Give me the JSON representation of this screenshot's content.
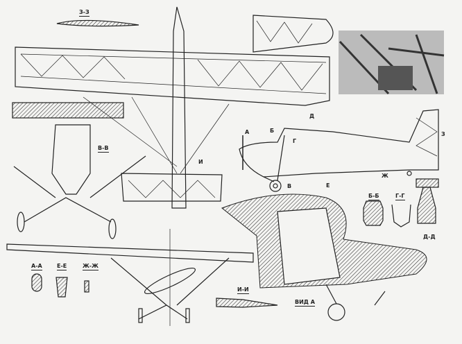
{
  "drawing": {
    "section_labels": {
      "z_z": "З-З",
      "v_v": "В-В",
      "a_a": "А-А",
      "e_e": "Е-Е",
      "zh_zh": "Ж-Ж",
      "i_i": "И-И",
      "b_b": "Б-Б",
      "g_g": "Г-Г",
      "d_d": "Д-Д",
      "view_a": "ВИД А"
    },
    "cut_markers": {
      "a": "А",
      "b": "Б",
      "v": "В",
      "g": "Г",
      "d": "Д",
      "e": "Е",
      "zh": "Ж",
      "z": "З",
      "i": "И"
    },
    "colors": {
      "ink": "#222222",
      "paper": "#f4f4f2"
    }
  }
}
